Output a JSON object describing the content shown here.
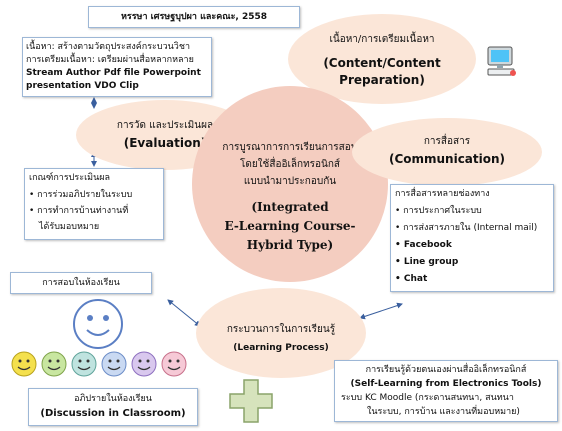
{
  "citation": "หรรษา เศรษฐบุปผา และคณะ, 2558",
  "content_box": {
    "line1": "เนื้อหา: สร้างตามวัตถุประสงค์กระบวนวิชา",
    "line2": "การเตรียมเนื้อหา: เตรียมผ่านสื่อหลากหลาย",
    "line3": "Stream Author Pdf file Powerpoint",
    "line4": "presentation VDO Clip"
  },
  "content_prep": {
    "thai": "เนื้อหา/การเตรียมเนื้อหา",
    "en1": "(Content/Content",
    "en2": "Preparation)"
  },
  "evaluation": {
    "thai": "การวัด และประเมินผล",
    "en": "(Evaluation)"
  },
  "center": {
    "line1": "การบูรณาการการเรียนการสอน",
    "line2": "โดยใช้สื่ออิเล็กทรอนิกส์",
    "line3": "แบบนำมาประกอบกัน",
    "en1": "(Integrated",
    "en2": "E-Learning Course-",
    "en3": "Hybrid Type)"
  },
  "communication": {
    "thai": "การสื่อสาร",
    "en": "(Communication)"
  },
  "eval_box": {
    "title": "เกณฑ์การประเมินผล",
    "items": [
      "การร่วมอภิปรายในระบบ",
      "การทำการบ้านท่างานที่",
      "ได้รับมอบหมาย"
    ]
  },
  "comm_box": {
    "title": "การสื่อสารหลายช่องทาง",
    "items": [
      "การประกาศในระบบ",
      "การส่งสารภายใน (Internal mail)",
      "Facebook",
      "Line group",
      "Chat"
    ]
  },
  "exam_box": {
    "text": "การสอบในห้องเรียน"
  },
  "learning_process": {
    "thai": "กระบวนการในการเรียนรู้",
    "en": "(Learning Process)"
  },
  "self_learning": {
    "line1": "การเรียนรู้ด้วยตนเองผ่านสื่ออิเล็กทรอนิกส์",
    "line2": "(Self-Learning from Electronics Tools)",
    "line3": "ระบบ KC Moodle (กระดานสนทนา, สนทนา",
    "line4": "ในระบบ, การบ้าน และงานที่มอบหมาย)"
  },
  "classroom": {
    "thai": "อภิปรายในห้องเรียน",
    "en": "(Discussion in Classroom)"
  },
  "colors": {
    "blob": "#fbe6d8",
    "center": "#f4cdc0",
    "arrow": "#3a5f9e",
    "box_border": "#9db7d6",
    "plus": "#d6e3bc"
  }
}
